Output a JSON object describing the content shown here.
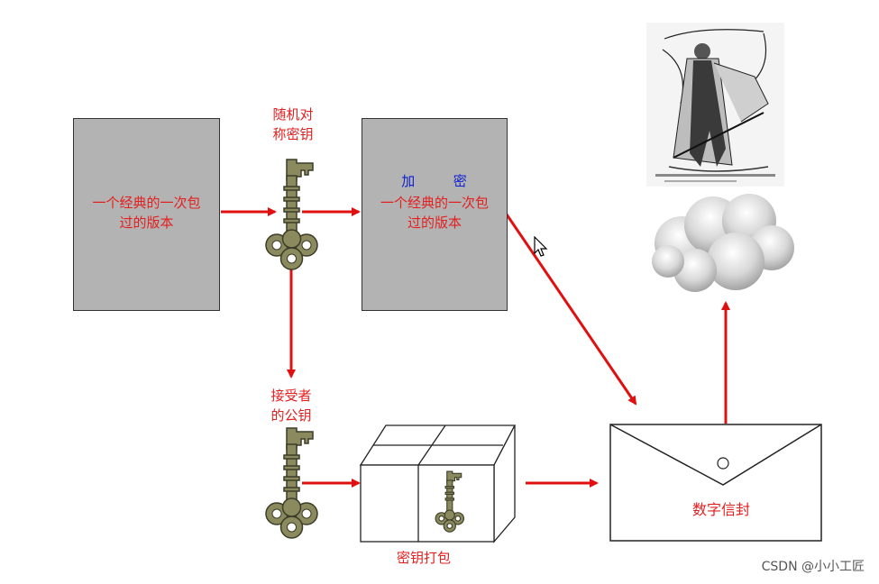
{
  "plain_doc": {
    "line1": "一个经典的一次包",
    "line2": "过的版本"
  },
  "symmetric_key_label": {
    "line1": "随机对",
    "line2": "称密钥"
  },
  "encrypted_doc": {
    "title_left": "加",
    "title_right": "密",
    "line1": "一个经典的一次包",
    "line2": "过的版本"
  },
  "recipient_key_label": {
    "line1": "接受者",
    "line2": "的公钥"
  },
  "key_package_label": "密钥打包",
  "envelope_label": "数字信封",
  "watermark": "CSDN @小小工匠",
  "colors": {
    "arrow": "#e01010",
    "doc_fill": "#b3b3b3",
    "key_fill": "#8a8a5e",
    "label_red": "#e32020",
    "title_blue": "#1020d0"
  },
  "icons": [
    "key-icon",
    "key-icon",
    "package-icon",
    "envelope-icon",
    "cloud-icon",
    "warrior-illustration",
    "cursor-icon"
  ]
}
